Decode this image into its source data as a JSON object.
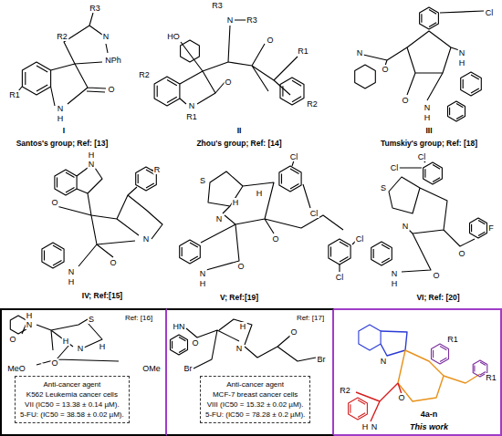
{
  "diagram": {
    "nodes": [
      {
        "text": [
          "Ref: [16]"
        ]
      },
      {
        "text": [
          "Anti-cancer agent",
          "K562 Leukemia cancer cells",
          "VII (IC50 = 13.38 ± 0.14 µM).",
          "5-FU: (IC50 = 38.58 ± 0.02 µM)."
        ],
        "in": 0
      },
      {
        "text": [
          "Ref: [17]"
        ]
      },
      {
        "text": [
          "Anti-cancer agent",
          "MCF-7 breast cancer cells",
          "VIII (IC50 = 15.32 ± 0.02 µM).",
          "5-FU: (IC50 = 78.28 ± 0.2 µM)."
        ],
        "in": 2
      },
      {
        "text": [
          "4a-n",
          "This work"
        ]
      }
    ],
    "labels": [
      "R3",
      "R2",
      "N",
      "NPh",
      "O",
      "R1",
      "N",
      "H",
      "I",
      "Santos's group; Ref: [13]",
      "R3",
      "N",
      "R3",
      "HO",
      "O",
      "R1",
      "R2",
      "O",
      "N",
      "R1",
      "R2",
      "II",
      "Zhou's group; Ref: [14]",
      "Cl",
      "N",
      "O",
      "N",
      "H",
      "O",
      "N",
      "H",
      "III",
      "Tumskiy's group; Ref: [18]",
      "H",
      "N",
      "R",
      "O",
      "N",
      "O",
      "N",
      "H",
      "IV; Ref:[15]",
      "S",
      "H",
      "N",
      "H",
      "Cl",
      "Cl",
      "O",
      "Cl",
      "Cl",
      "N",
      "H",
      "O",
      "V; Ref:[19]",
      "Cl",
      "Cl",
      "S",
      "N",
      "O",
      "F",
      "N",
      "H",
      "O",
      "VI; Ref: [20]",
      "H",
      "N",
      "O",
      "S",
      "N",
      "H",
      "H",
      "O",
      "MeO",
      "OMe",
      "HN",
      "O",
      "H",
      "N",
      "O",
      "Br",
      "Br",
      "R1",
      "R1",
      "N",
      "R2",
      "N",
      "H",
      "O"
    ]
  }
}
